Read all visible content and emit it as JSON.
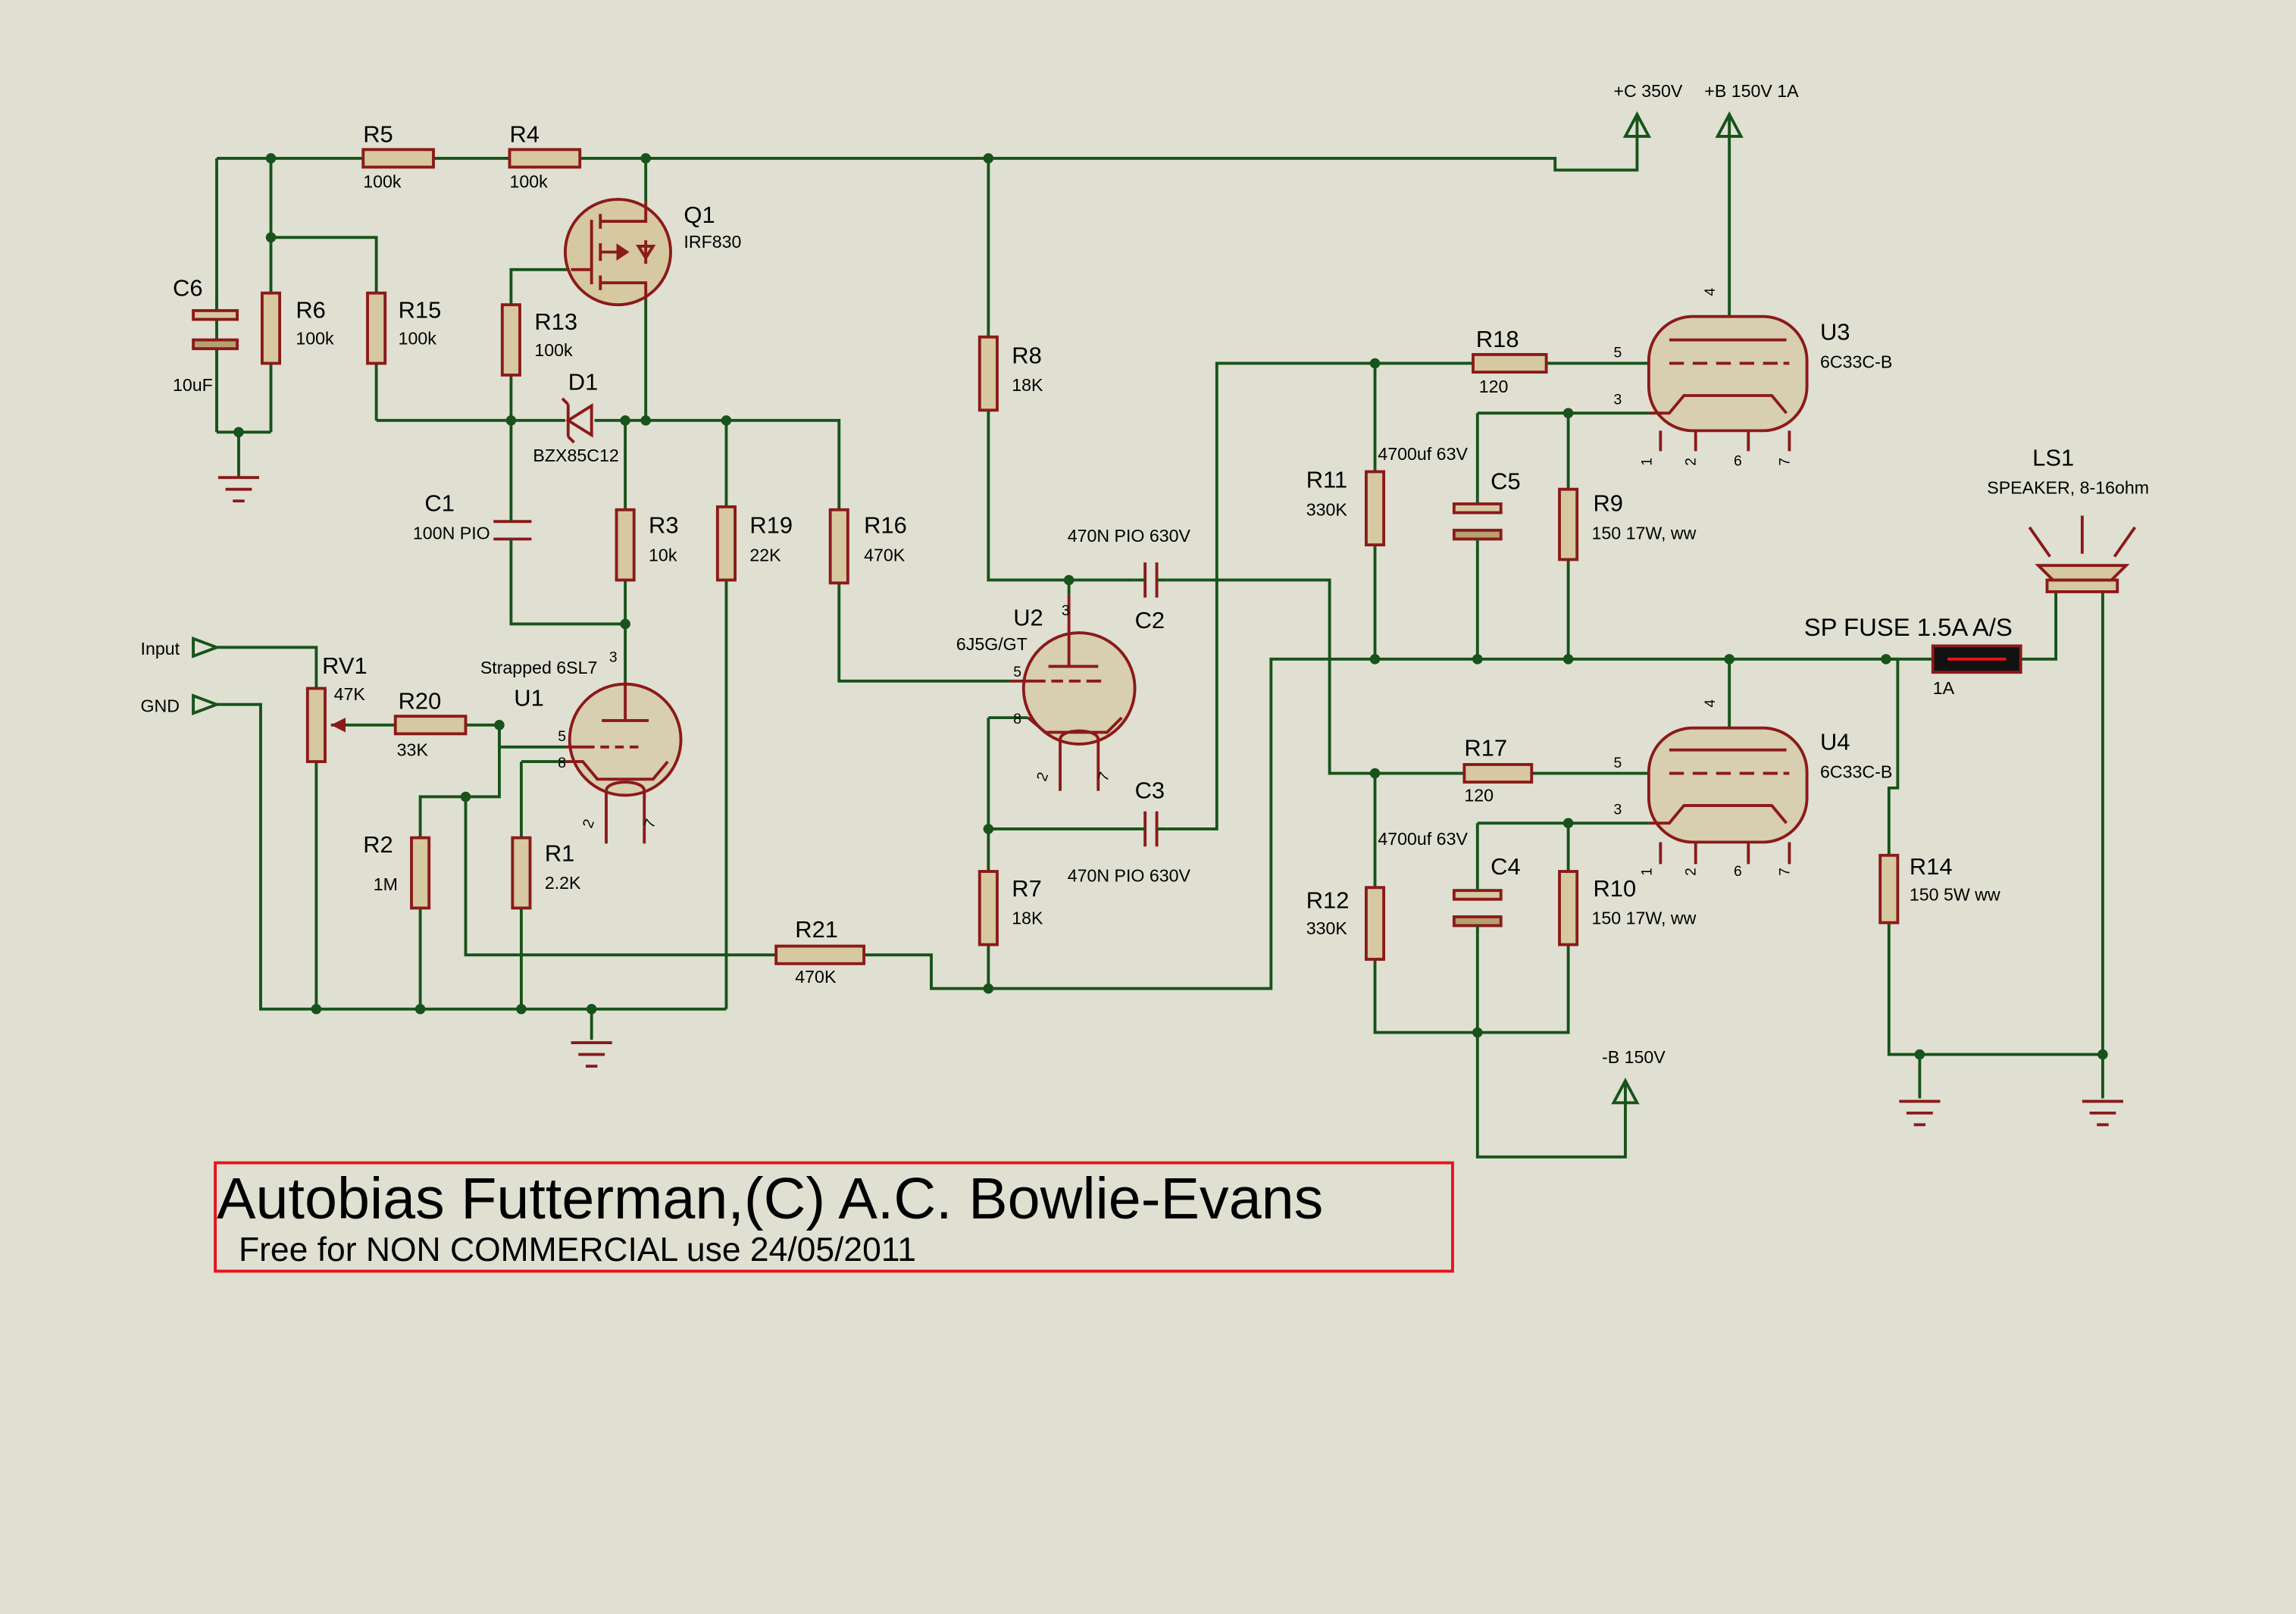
{
  "colors": {
    "background": "#e0e0d2",
    "wire": "#17531a",
    "component": "#8b1a1a",
    "body_fill": "#d6c8a0",
    "tube_fill": "#d8ceb0",
    "junction": "#17531a",
    "title_frame": "#e8141c",
    "text": "#000000"
  },
  "title": {
    "main": "Autobias Futterman,(C) A.C. Bowlie-Evans",
    "sub": "Free for NON COMMERCIAL use 24/05/2011"
  },
  "ports": {
    "input": "Input",
    "gnd": "GND"
  },
  "rails": {
    "plus_c": "+C 350V",
    "plus_b": "+B 150V 1A",
    "minus_b": "-B 150V"
  },
  "components": {
    "R5": {
      "ref": "R5",
      "value": "100k"
    },
    "R4": {
      "ref": "R4",
      "value": "100k"
    },
    "R6": {
      "ref": "R6",
      "value": "100k"
    },
    "R15": {
      "ref": "R15",
      "value": "100k"
    },
    "R13": {
      "ref": "R13",
      "value": "100k"
    },
    "R3": {
      "ref": "R3",
      "value": "10k"
    },
    "R19": {
      "ref": "R19",
      "value": "22K"
    },
    "R16": {
      "ref": "R16",
      "value": "470K"
    },
    "R8": {
      "ref": "R8",
      "value": "18K"
    },
    "R7": {
      "ref": "R7",
      "value": "18K"
    },
    "R20": {
      "ref": "R20",
      "value": "33K"
    },
    "R2": {
      "ref": "R2",
      "value": "1M"
    },
    "R1": {
      "ref": "R1",
      "value": "2.2K"
    },
    "R21": {
      "ref": "R21",
      "value": "470K"
    },
    "R18": {
      "ref": "R18",
      "value": "120"
    },
    "R17": {
      "ref": "R17",
      "value": "120"
    },
    "R11": {
      "ref": "R11",
      "value": "330K"
    },
    "R12": {
      "ref": "R12",
      "value": "330K"
    },
    "R9": {
      "ref": "R9",
      "value": "150 17W, ww"
    },
    "R10": {
      "ref": "R10",
      "value": "150 17W, ww"
    },
    "R14": {
      "ref": "R14",
      "value": "150 5W ww"
    },
    "C6": {
      "ref": "C6",
      "value": "10uF"
    },
    "C1": {
      "ref": "C1",
      "value": "100N PIO"
    },
    "C2": {
      "ref": "C2",
      "value": "470N PIO 630V"
    },
    "C3": {
      "ref": "C3",
      "value": "470N PIO 630V"
    },
    "C5": {
      "ref": "C5",
      "value": "4700uf 63V"
    },
    "C4": {
      "ref": "C4",
      "value": "4700uf 63V"
    },
    "D1": {
      "ref": "D1",
      "value": "BZX85C12"
    },
    "Q1": {
      "ref": "Q1",
      "value": "IRF830"
    },
    "RV1": {
      "ref": "RV1",
      "value": "47K"
    },
    "U1": {
      "ref": "U1",
      "value": "Strapped 6SL7"
    },
    "U2": {
      "ref": "U2",
      "value": "6J5G/GT"
    },
    "U3": {
      "ref": "U3",
      "value": "6C33C-B"
    },
    "U4": {
      "ref": "U4",
      "value": "6C33C-B"
    },
    "LS1": {
      "ref": "LS1",
      "value": "SPEAKER, 8-16ohm"
    },
    "FUSE": {
      "ref": "SP FUSE 1.5A A/S",
      "value": "1A"
    }
  },
  "pins": {
    "u1_5": "5",
    "u1_8": "8",
    "u1_3": "3",
    "u1_2": "2",
    "u1_7": "7",
    "u2_3": "3",
    "u2_5": "5",
    "u2_8": "8",
    "u2_2": "2",
    "u2_7": "7",
    "u3_4": "4",
    "u3_5": "5",
    "u3_3": "3",
    "u3_1": "1",
    "u3_2": "2",
    "u3_6": "6",
    "u3_7": "7",
    "u4_4": "4",
    "u4_5": "5",
    "u4_3": "3",
    "u4_1": "1",
    "u4_2": "2",
    "u4_6": "6",
    "u4_7": "7"
  }
}
